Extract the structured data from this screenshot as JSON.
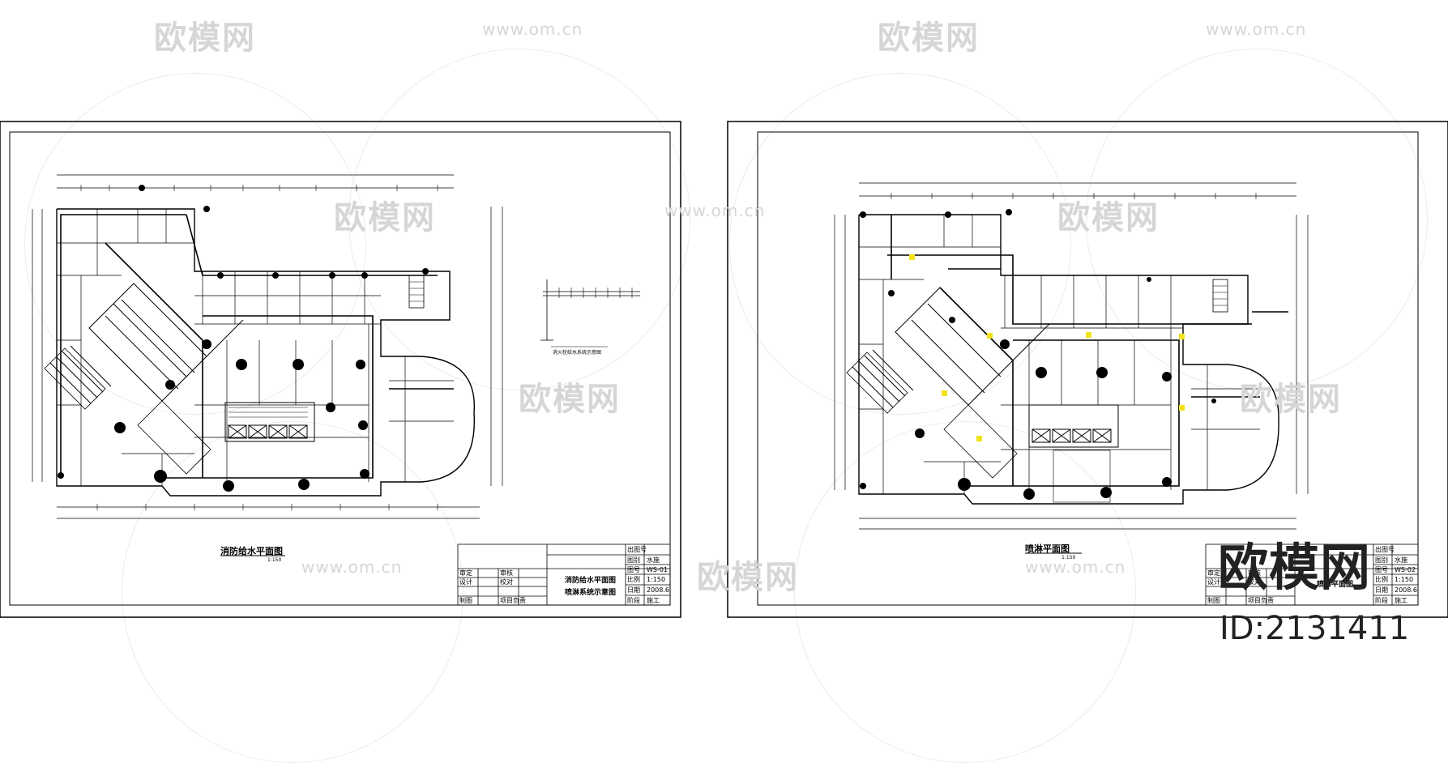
{
  "watermark": {
    "brand": "欧模网",
    "url": "www.om.cn"
  },
  "sheets": [
    {
      "title": "消防给水平面图",
      "scale": "1:150",
      "riser_caption": "消火栓给水系统示意图",
      "titleblock": {
        "drawing_name_1": "消防给水平面图",
        "drawing_name_2": "喷淋系统示意图",
        "labels": [
          "审定",
          "审核",
          "设计",
          "校对",
          "制图",
          "项目负责"
        ],
        "right_labels": [
          "出图号",
          "图别",
          "图号",
          "比例",
          "日期",
          "阶段"
        ],
        "right_values": [
          "水施",
          "WS-01",
          "1:150",
          "2008.6",
          "施工"
        ]
      }
    },
    {
      "title": "喷淋平面图",
      "scale": "1:150",
      "titleblock": {
        "drawing_name_1": "喷淋平面图",
        "labels": [
          "审定",
          "审核",
          "设计",
          "校对",
          "制图",
          "项目负责"
        ],
        "right_labels": [
          "出图号",
          "图别",
          "图号",
          "比例",
          "日期",
          "阶段"
        ],
        "right_values": [
          "水施",
          "WS-02",
          "1:150",
          "2008.6",
          "施工"
        ]
      }
    }
  ],
  "brand_overlay": {
    "name": "欧模网",
    "id": "ID:2131411"
  },
  "colors": {
    "line": "#000000",
    "sprinkler_yellow": "#f2e21b",
    "watermark": "#d6d6d6"
  }
}
